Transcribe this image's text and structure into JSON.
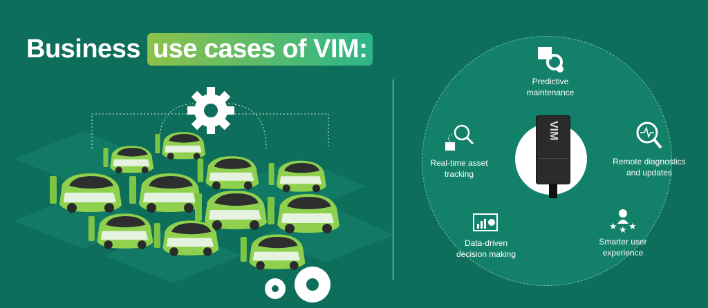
{
  "title": {
    "plain": "Business",
    "highlight": "use cases of VIM:"
  },
  "device": {
    "label": "VIM"
  },
  "use_cases": [
    {
      "icon": "calendar-gear-icon",
      "label_line1": "Predictive",
      "label_line2": "maintenance"
    },
    {
      "icon": "location-search-icon",
      "label_line1": "Real-time asset",
      "label_line2": "tracking"
    },
    {
      "icon": "diagnostics-gear-icon",
      "label_line1": "Remote diagnostics",
      "label_line2": "and updates"
    },
    {
      "icon": "chart-monitor-icon",
      "label_line1": "Data-driven",
      "label_line2": "decision making"
    },
    {
      "icon": "user-stars-icon",
      "label_line1": "Smarter user",
      "label_line2": "experience"
    }
  ],
  "colors": {
    "background": "#0d6e5b",
    "ring": "#13806a",
    "car": "#8fd14f",
    "highlight_start": "#8dc14a",
    "highlight_end": "#2bb58a"
  }
}
